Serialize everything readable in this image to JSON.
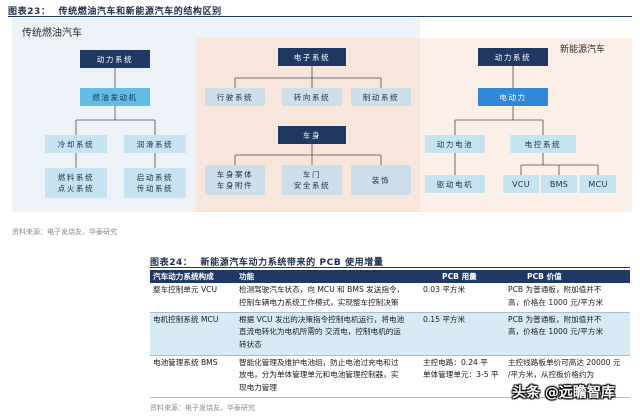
{
  "colors": {
    "navy": "#1f3864",
    "cyan": "#62bde6",
    "blue": "#2f88d8",
    "light": "#c6e3f3",
    "band": "#d7ebf6"
  },
  "fig23": {
    "label": "图表23：",
    "title": "传统燃油汽车和新能源汽车的结构区别",
    "ice_region_label": "传统燃油汽车",
    "ev_region_label": "新能源汽车",
    "ice": {
      "root": "动力系统",
      "engine": "燃油发动机",
      "cooling": "冷却系统",
      "lubrication": "润滑系统",
      "fuel_ignition": [
        "燃料系统",
        "点火系统"
      ],
      "start_transmission": [
        "启动系统",
        "传动系统"
      ]
    },
    "common": {
      "electronics": "电子系统",
      "driving": "行驶系统",
      "steering": "转向系统",
      "braking": "制动系统",
      "body": "车身",
      "body_shell": [
        "车身案体",
        "车身附件"
      ],
      "doors_safety": [
        "车门",
        "安全系统"
      ],
      "trim": "装饰"
    },
    "ev": {
      "root": "动力系统",
      "electric_power": "电动力",
      "battery": "动力电池",
      "control": "电控系统",
      "motor": "驱动电机",
      "vcu": "VCU",
      "bms": "BMS",
      "mcu": "MCU"
    },
    "source": "资料来源：电子发烧友，华泰研究"
  },
  "fig24": {
    "label": "图表24：",
    "title": "新能源汽车动力系统带来的 PCB 使用增量",
    "columns": [
      "汽车动力系统构成",
      "功能",
      "PCB 用量",
      "PCB 价值"
    ],
    "rows": [
      {
        "component": "整车控制单元 VCU",
        "function": [
          "检测驾驶汽车状态，向 MCU 和 BMS 发送指令，",
          "控制车辆电力系统工作模式，实现整车控制决策"
        ],
        "pcb_usage": [
          "0.03 平方米"
        ],
        "pcb_value": [
          "PCB 为普通板，附加值并不",
          "高，价格在 1000 元/平方米"
        ]
      },
      {
        "component": "电机控制系统 MCU",
        "function": [
          "根据 VCU 发出的决策指令控制电机运行，将电池",
          "直流电转化为电机所需的 交流电，控制电机的运",
          "转状态"
        ],
        "pcb_usage": [
          "0.15 平方米"
        ],
        "pcb_value": [
          "PCB 为普通板，附加值并不",
          "高，价格在 1000 元/平方米"
        ]
      },
      {
        "component": "电池管理系统 BMS",
        "function": [
          "智能化管理及维护电池组，防止电池过充电和过",
          "放电，分为单体管理单元和电池管理控制器，实",
          "现电力管理"
        ],
        "pcb_usage": [
          "主控电路：0.24 平",
          "单体管理单元：3-5 平"
        ],
        "pcb_value": [
          "主控线路板单价可高达 20000 元",
          "/平方米，从控板价格约为"
        ]
      }
    ],
    "source": "资料来源：电子发烧友，华泰研究"
  },
  "watermark": "头条 @远瞻智库"
}
